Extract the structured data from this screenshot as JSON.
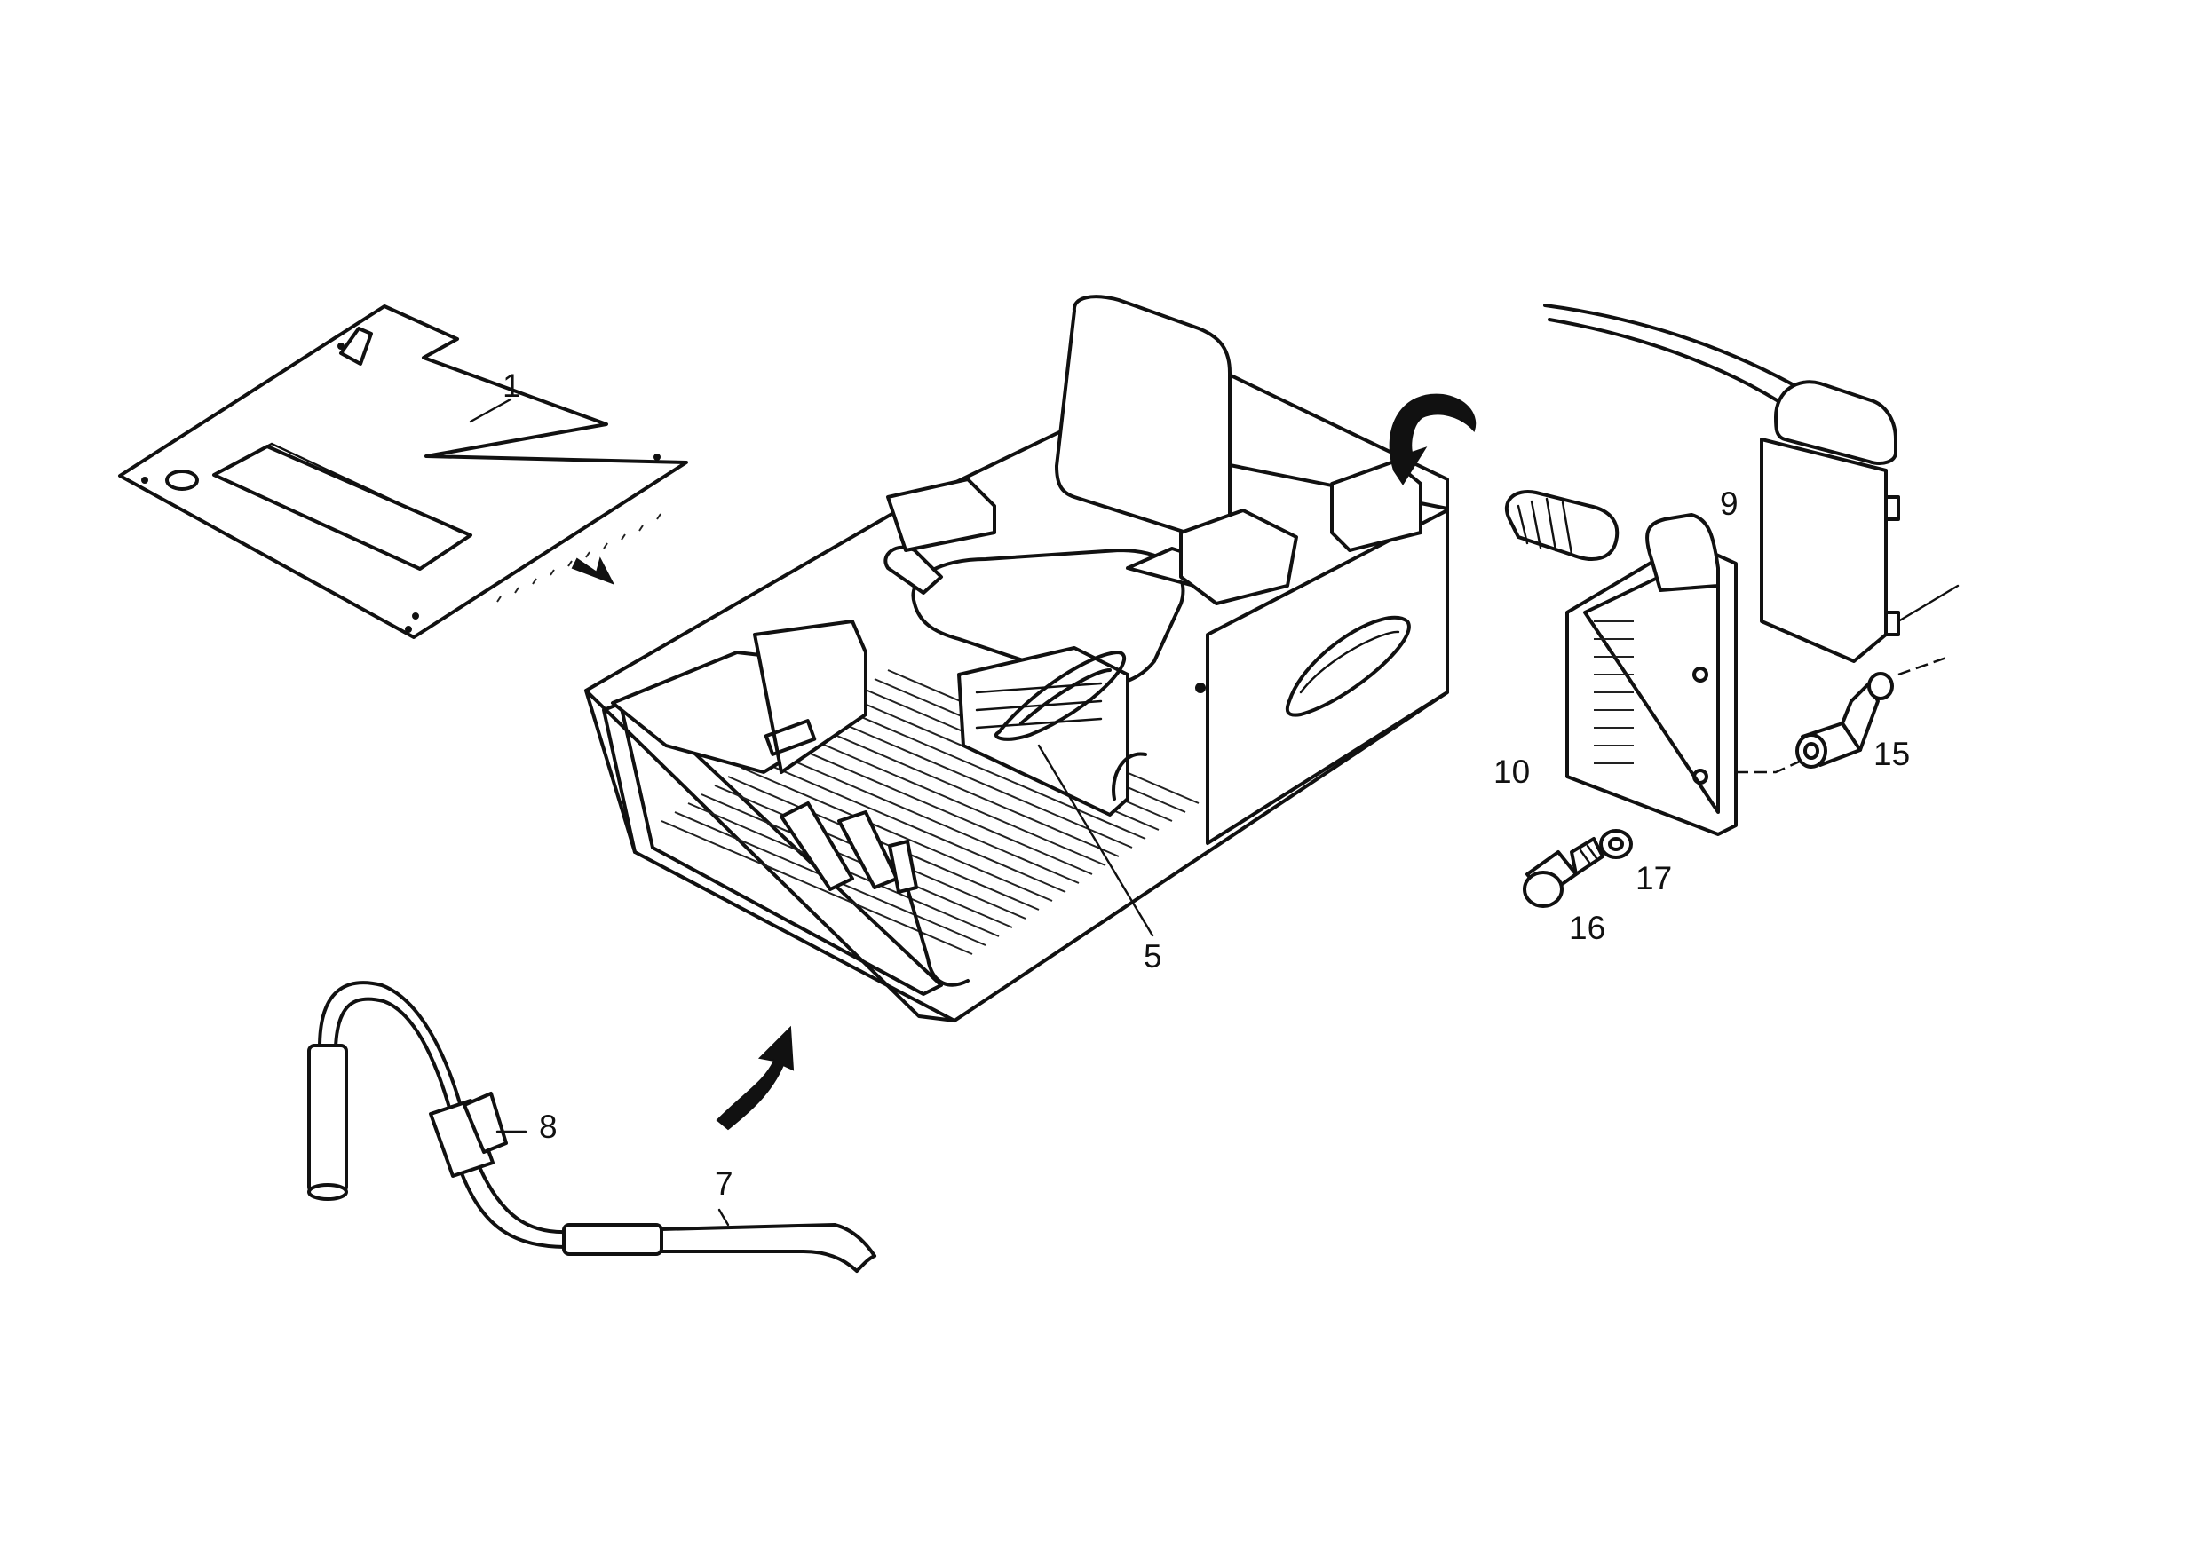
{
  "diagram": {
    "labels": {
      "part_1": "1",
      "part_5": "5",
      "part_7": "7",
      "part_8": "8",
      "part_9": "9",
      "part_10": "10",
      "part_15": "15",
      "part_16": "16",
      "part_17": "17"
    }
  }
}
